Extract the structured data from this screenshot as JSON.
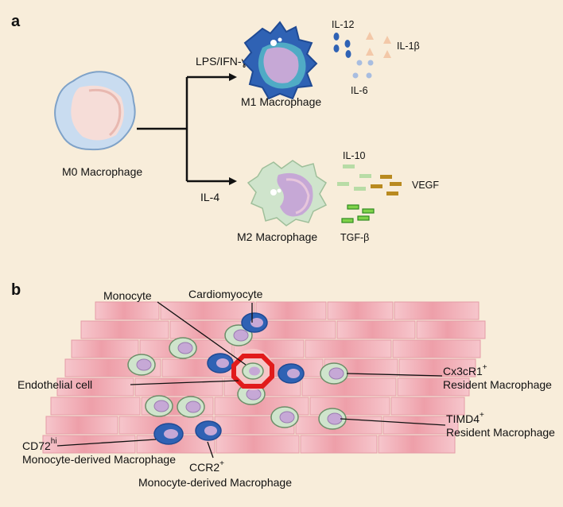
{
  "panel_a": {
    "label": "a",
    "m0_label": "M0 Macrophage",
    "stimulus_m1": "LPS/IFN-ɣ",
    "stimulus_m2": "IL-4",
    "m1_label": "M1 Macrophage",
    "m2_label": "M2 Macrophage",
    "m1_cytokines": {
      "il12": "IL-12",
      "il1b": "IL-1β",
      "il6": "IL-6"
    },
    "m2_cytokines": {
      "il10": "IL-10",
      "vegf": "VEGF",
      "tgfb": "TGF-β"
    }
  },
  "panel_b": {
    "label": "b",
    "monocyte": "Monocyte",
    "cardiomyocyte": "Cardiomyocyte",
    "endothelial": "Endothelial cell",
    "cx3cr1_name": "Cx3cR1",
    "cx3cr1_sup": "+",
    "cx3cr1_desc": "Resident Macrophage",
    "timd4_name": "TIMD4",
    "timd4_sup": "+",
    "timd4_desc": "Resident Macrophage",
    "cd72_name": "CD72",
    "cd72_sup": "hi",
    "cd72_desc": "Monocyte-derived Macrophage",
    "ccr2_name": "CCR2",
    "ccr2_sup": "+",
    "ccr2_desc": "Monocyte-derived Macrophage"
  },
  "colors": {
    "background": "#f8edda",
    "m0_cell": "#c9dcf0",
    "m1_cell": "#2f62b4",
    "m2_cell": "#cfe4cc",
    "nucleus": "#c6a8d6",
    "cardiomyocyte": "#f2b8bf",
    "endothelial_ring": "#e11b1b"
  }
}
